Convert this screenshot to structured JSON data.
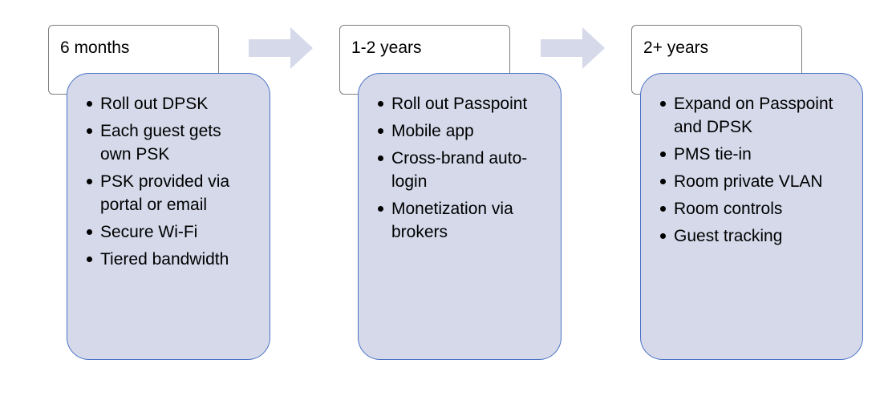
{
  "colors": {
    "arrow_fill": "#d5d9ea",
    "box_fill": "#d5d9ea",
    "box_border": "#4a72c4",
    "header_border": "#7f7f7f"
  },
  "stages": [
    {
      "title": "6 months",
      "items": [
        "Roll out DPSK",
        "Each guest gets own PSK",
        "PSK provided via portal or email",
        "Secure Wi-Fi",
        "Tiered bandwidth"
      ]
    },
    {
      "title": "1-2 years",
      "items": [
        "Roll out Passpoint",
        "Mobile app",
        "Cross-brand auto-login",
        "Monetization via brokers"
      ]
    },
    {
      "title": "2+ years",
      "items": [
        "Expand on Passpoint and DPSK",
        "PMS tie-in",
        "Room private VLAN",
        "Room controls",
        "Guest tracking"
      ]
    }
  ]
}
